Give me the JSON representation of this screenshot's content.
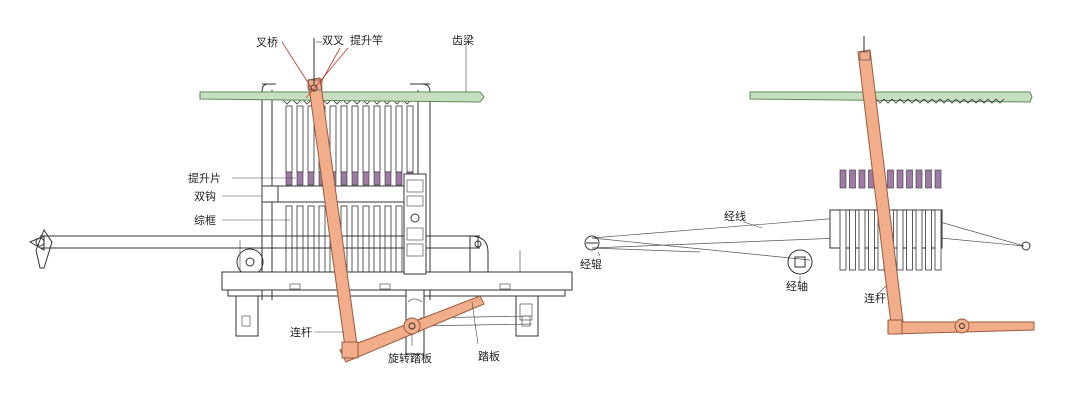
{
  "colors": {
    "beam_green": "#c6dfc0",
    "beam_green_stroke": "#5e8a55",
    "rod_orange": "#f2ad8a",
    "rod_orange_stroke": "#9b5a3c",
    "lifter_purple": "#a07aa6",
    "lead_red": "#c0392b",
    "line": "#333333"
  },
  "left_view": {
    "labels": {
      "cha_qiao": "叉桥",
      "shuang_cha": "双叉",
      "ti_sheng_gan": "提升竿",
      "chi_liang": "齿梁",
      "ti_sheng_pian": "提升片",
      "shuang_gou": "双钩",
      "zong_kuang": "综框",
      "lian_gan": "连杆",
      "xuan_zhuan_ta_ban": "旋转踏板",
      "ta_ban": "踏板"
    }
  },
  "right_view": {
    "labels": {
      "jing_xian": "经线",
      "jing_gun": "经辊",
      "jing_zhou": "经轴",
      "lian_gan": "连杆"
    }
  }
}
